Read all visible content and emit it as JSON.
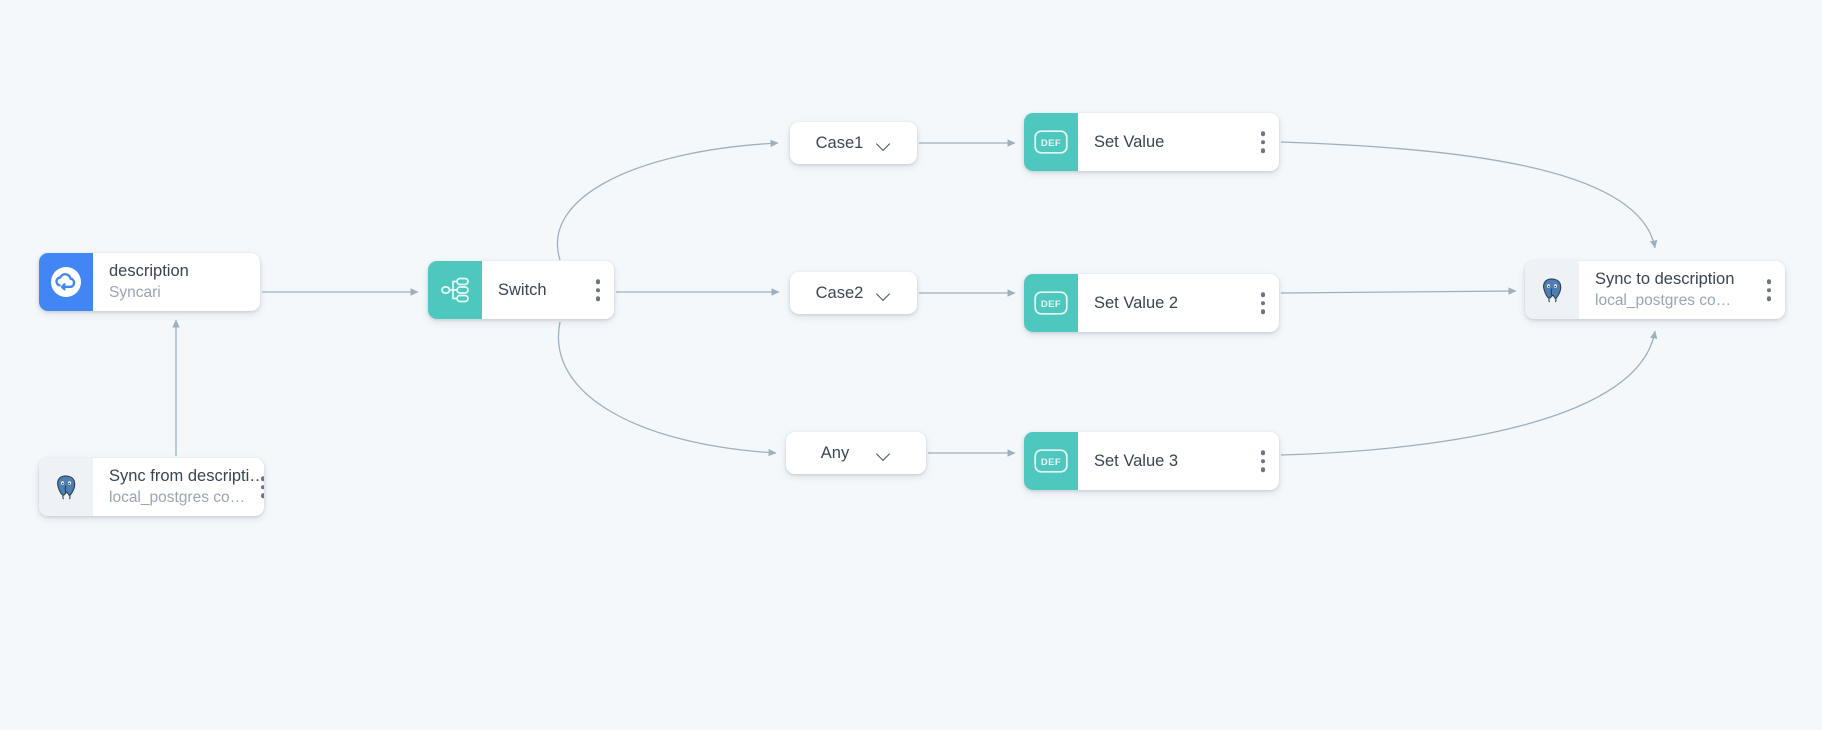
{
  "canvas": {
    "background_color": "#f4f8fb",
    "edge_color": "#9fb0bd",
    "accent_blue": "#4285f4",
    "accent_teal": "#4ec8bf"
  },
  "nodes": {
    "description": {
      "title": "description",
      "subtitle": "Syncari",
      "icon": "syncari-cloud-icon",
      "icon_color": "#4285f4",
      "menu": "kebab-menu-icon"
    },
    "sync_from": {
      "title": "Sync from descripti…",
      "subtitle": "local_postgres co…",
      "icon": "postgresql-elephant-icon",
      "icon_color": "#eef2f6",
      "menu": "kebab-menu-icon"
    },
    "switch": {
      "title": "Switch",
      "subtitle": "",
      "icon": "switch-branch-icon",
      "icon_color": "#4ec8bf",
      "menu": "kebab-menu-icon"
    },
    "set_value_1": {
      "title": "Set Value",
      "subtitle": "",
      "icon": "def-badge-icon",
      "icon_color": "#4ec8bf",
      "menu": "kebab-menu-icon"
    },
    "set_value_2": {
      "title": "Set Value 2",
      "subtitle": "",
      "icon": "def-badge-icon",
      "icon_color": "#4ec8bf",
      "menu": "kebab-menu-icon"
    },
    "set_value_3": {
      "title": "Set Value 3",
      "subtitle": "",
      "icon": "def-badge-icon",
      "icon_color": "#4ec8bf",
      "menu": "kebab-menu-icon"
    },
    "sync_to": {
      "title": "Sync to description",
      "subtitle": "local_postgres co…",
      "icon": "postgresql-elephant-icon",
      "icon_color": "#eef2f6",
      "menu": "kebab-menu-icon"
    }
  },
  "branches": [
    {
      "label": "Case1",
      "chevron": "chevron-down-icon"
    },
    {
      "label": "Case2",
      "chevron": "chevron-down-icon"
    },
    {
      "label": "Any",
      "chevron": "chevron-down-icon"
    }
  ]
}
